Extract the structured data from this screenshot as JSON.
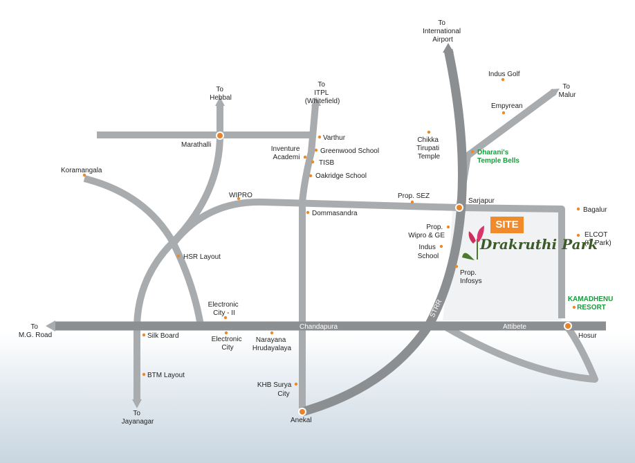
{
  "site_badge": "SITE",
  "brand": "Drakruthi Park",
  "colors": {
    "road": "#a9acae",
    "stirr": "#8c8f91",
    "node": "#e8832a",
    "accent_green": "#1a9a3c",
    "site_orange": "#f08a2a"
  },
  "directions": {
    "to_airport": [
      "To",
      "International",
      "Airport"
    ],
    "to_malur": [
      "To",
      "Malur"
    ],
    "to_hebbal": [
      "To",
      "Hebbal"
    ],
    "to_itpl": [
      "To",
      "ITPL",
      "(Whitefield)"
    ],
    "to_mg_road": [
      "To",
      "M.G. Road"
    ],
    "to_jayanagar": [
      "To",
      "Jayanagar"
    ]
  },
  "road_labels": {
    "chandapura": "Chandapura",
    "attibete": "Attibete",
    "stirr": "STRR"
  },
  "places": {
    "indus_golf": "Indus Golf",
    "empyrean": "Empyrean",
    "chikka_tirupati": [
      "Chikka",
      "Tirupati",
      "Temple"
    ],
    "dharanis": [
      "Dharani's",
      "Temple Bells"
    ],
    "marathalli": "Marathalli",
    "varthur": "Varthur",
    "greenwood": "Greenwood School",
    "inventure": [
      "Inventure",
      "Academi"
    ],
    "tisb": "TISB",
    "oakridge": "Oakridge School",
    "koramangala": "Koramangala",
    "wipro": "WIPRO",
    "prop_sez": "Prop. SEZ",
    "sarjapur": "Sarjapur",
    "dommasandra": "Dommasandra",
    "bagalur": "Bagalur",
    "prop_wipro_ge": [
      "Prop.",
      "Wipro & GE"
    ],
    "elcot": [
      "ELCOT",
      "(IT Park)"
    ],
    "indus_school": [
      "Indus",
      "School"
    ],
    "hsr_layout": "HSR Layout",
    "prop_infosys": [
      "Prop.",
      "Infosys"
    ],
    "kamadhenu": [
      "KAMADHENU",
      "RESORT"
    ],
    "electronic_city_ii": [
      "Electronic",
      "City - II"
    ],
    "silk_board": "Silk Board",
    "electronic_city": [
      "Electronic",
      "City"
    ],
    "narayana": [
      "Narayana",
      "Hrudayalaya"
    ],
    "hosur": "Hosur",
    "btm_layout": "BTM Layout",
    "khb_surya": [
      "KHB Surya",
      "City"
    ],
    "anekal": "Anekal"
  }
}
